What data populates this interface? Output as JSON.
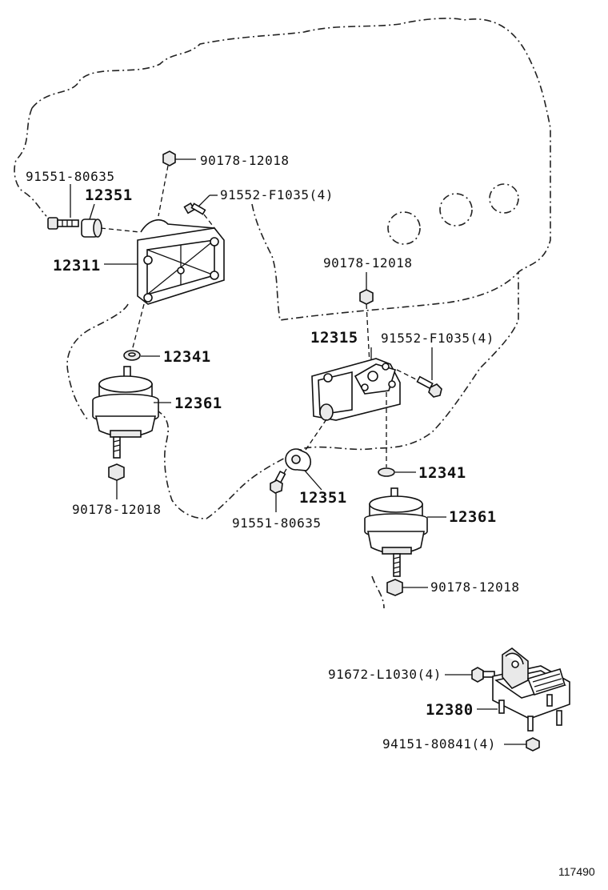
{
  "diagram": {
    "labels": {
      "nut_upper_left": "90178-12018",
      "bolt_left": "91551-80635",
      "stopper_left": "12351",
      "bolt_upper_left_bracket": "91552-F1035(4)",
      "bracket_left": "12311",
      "nut_center": "90178-12018",
      "bracket_right": "12315",
      "bolt_right_bracket": "91552-F1035(4)",
      "washer_left": "12341",
      "insulator_left": "12361",
      "nut_lower_left": "90178-12018",
      "washer_right": "12341",
      "stopper_right": "12351",
      "bolt_right": "91551-80635",
      "insulator_right": "12361",
      "nut_lower_right": "90178-12018",
      "bolt_rear": "91672-L1030(4)",
      "rear_mount": "12380",
      "nut_rear": "94151-80841(4)"
    },
    "ref_number": "117490"
  }
}
